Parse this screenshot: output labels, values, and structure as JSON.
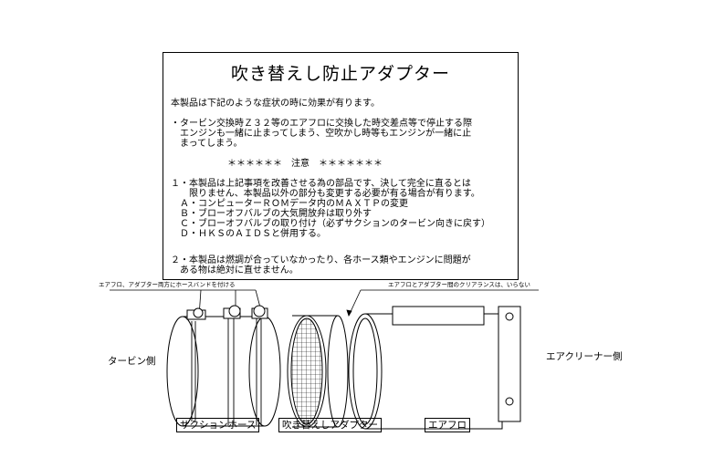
{
  "title": "吹き替えし防止アダプター",
  "notice": {
    "intro": "本製品は下記のような症状の時に効果が有ります。",
    "symptom_lines": [
      "・タービン交換時Ｚ３２等のエアフロに交換した時交差点等で停止する際",
      "　エンジンも一緒に止まってしまう、空吹かし時等もエンジンが一緒に止",
      "　まってしまう。"
    ],
    "caution_heading": "＊＊＊＊＊＊　注意　＊＊＊＊＊＊＊",
    "item1_lines": [
      "１・本製品は上記事項を改善させる為の部品です、決して完全に直るとは",
      "　　限りません、本製品以外の部分も変更する必要が有る場合が有ります。",
      "　Ａ・コンピューターＲＯＭデータ内のＭＡＸＴＰの変更",
      "　Ｂ・ブローオフバルブの大気開放弁は取り外す",
      "　Ｃ・ブローオフバルブの取り付け（必ずサクションのタービン向きに戻す）",
      "　Ｄ・ＨＫＳのＡＩＤＳと併用する。"
    ],
    "item2_lines": [
      "２・本製品は燃調が合っていなかったり、各ホース類やエンジンに問題が",
      "　ある物は絶対に直せません。"
    ]
  },
  "diagram": {
    "note_left": "エアフロ、アダプター両方にホースバンドを付ける",
    "note_right": "エアフロとアダプター間のクリアランスは、いらない",
    "side_left": "タービン側",
    "side_right": "エアクリーナー側",
    "label_hose": "サクションホース",
    "label_adapter": "吹き替えしアダプター",
    "label_airflow": "エアフロ"
  }
}
